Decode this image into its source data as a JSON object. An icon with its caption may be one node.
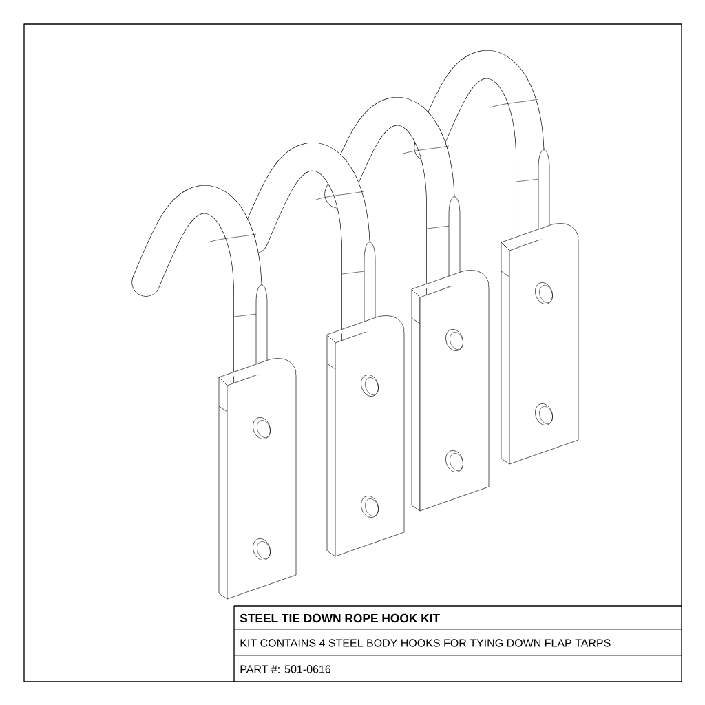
{
  "diagram": {
    "title": "STEEL TIE DOWN ROPE HOOK KIT",
    "labels": [
      "KIT CONTAINS 4 STEEL BODY HOOKS FOR TYING DOWN FLAP TARPS",
      "PART #: 501-0616"
    ]
  }
}
